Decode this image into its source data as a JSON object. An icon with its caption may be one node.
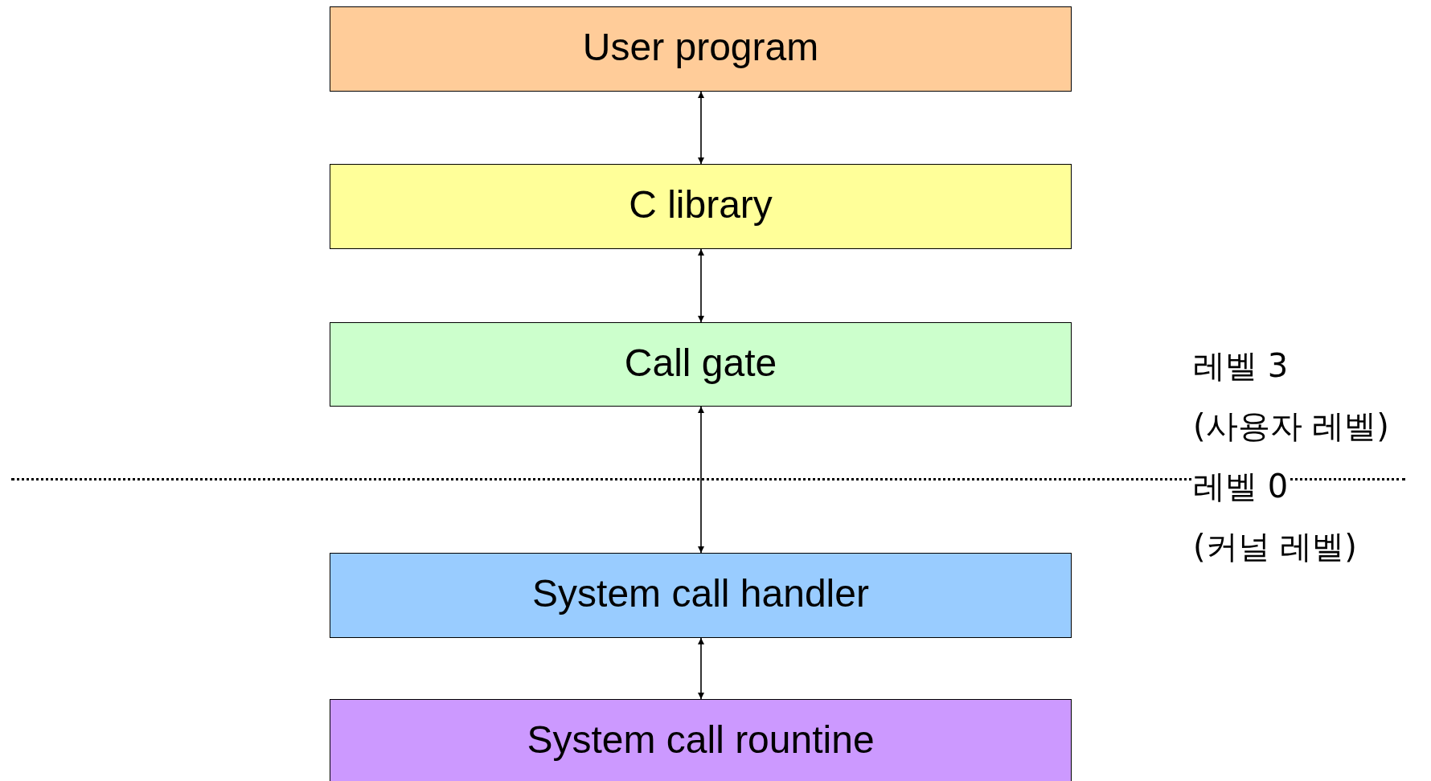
{
  "diagram": {
    "nodes": [
      {
        "text": [
          "User program"
        ]
      },
      {
        "text": [
          "C library"
        ]
      },
      {
        "text": [
          "Call gate"
        ]
      },
      {
        "text": [
          "System call handler"
        ]
      },
      {
        "text": [
          "System call rountine"
        ]
      }
    ],
    "edges": [
      {
        "from": 0,
        "to": 1,
        "arrow": "both"
      },
      {
        "from": 1,
        "to": 2,
        "arrow": "both"
      },
      {
        "from": 2,
        "to": 3,
        "arrow": "both"
      },
      {
        "from": 3,
        "to": 4,
        "arrow": "both"
      }
    ],
    "labels": [
      "레벨 3",
      "(사용자 레벨)",
      "레벨 0",
      "(커널 레벨)"
    ]
  }
}
